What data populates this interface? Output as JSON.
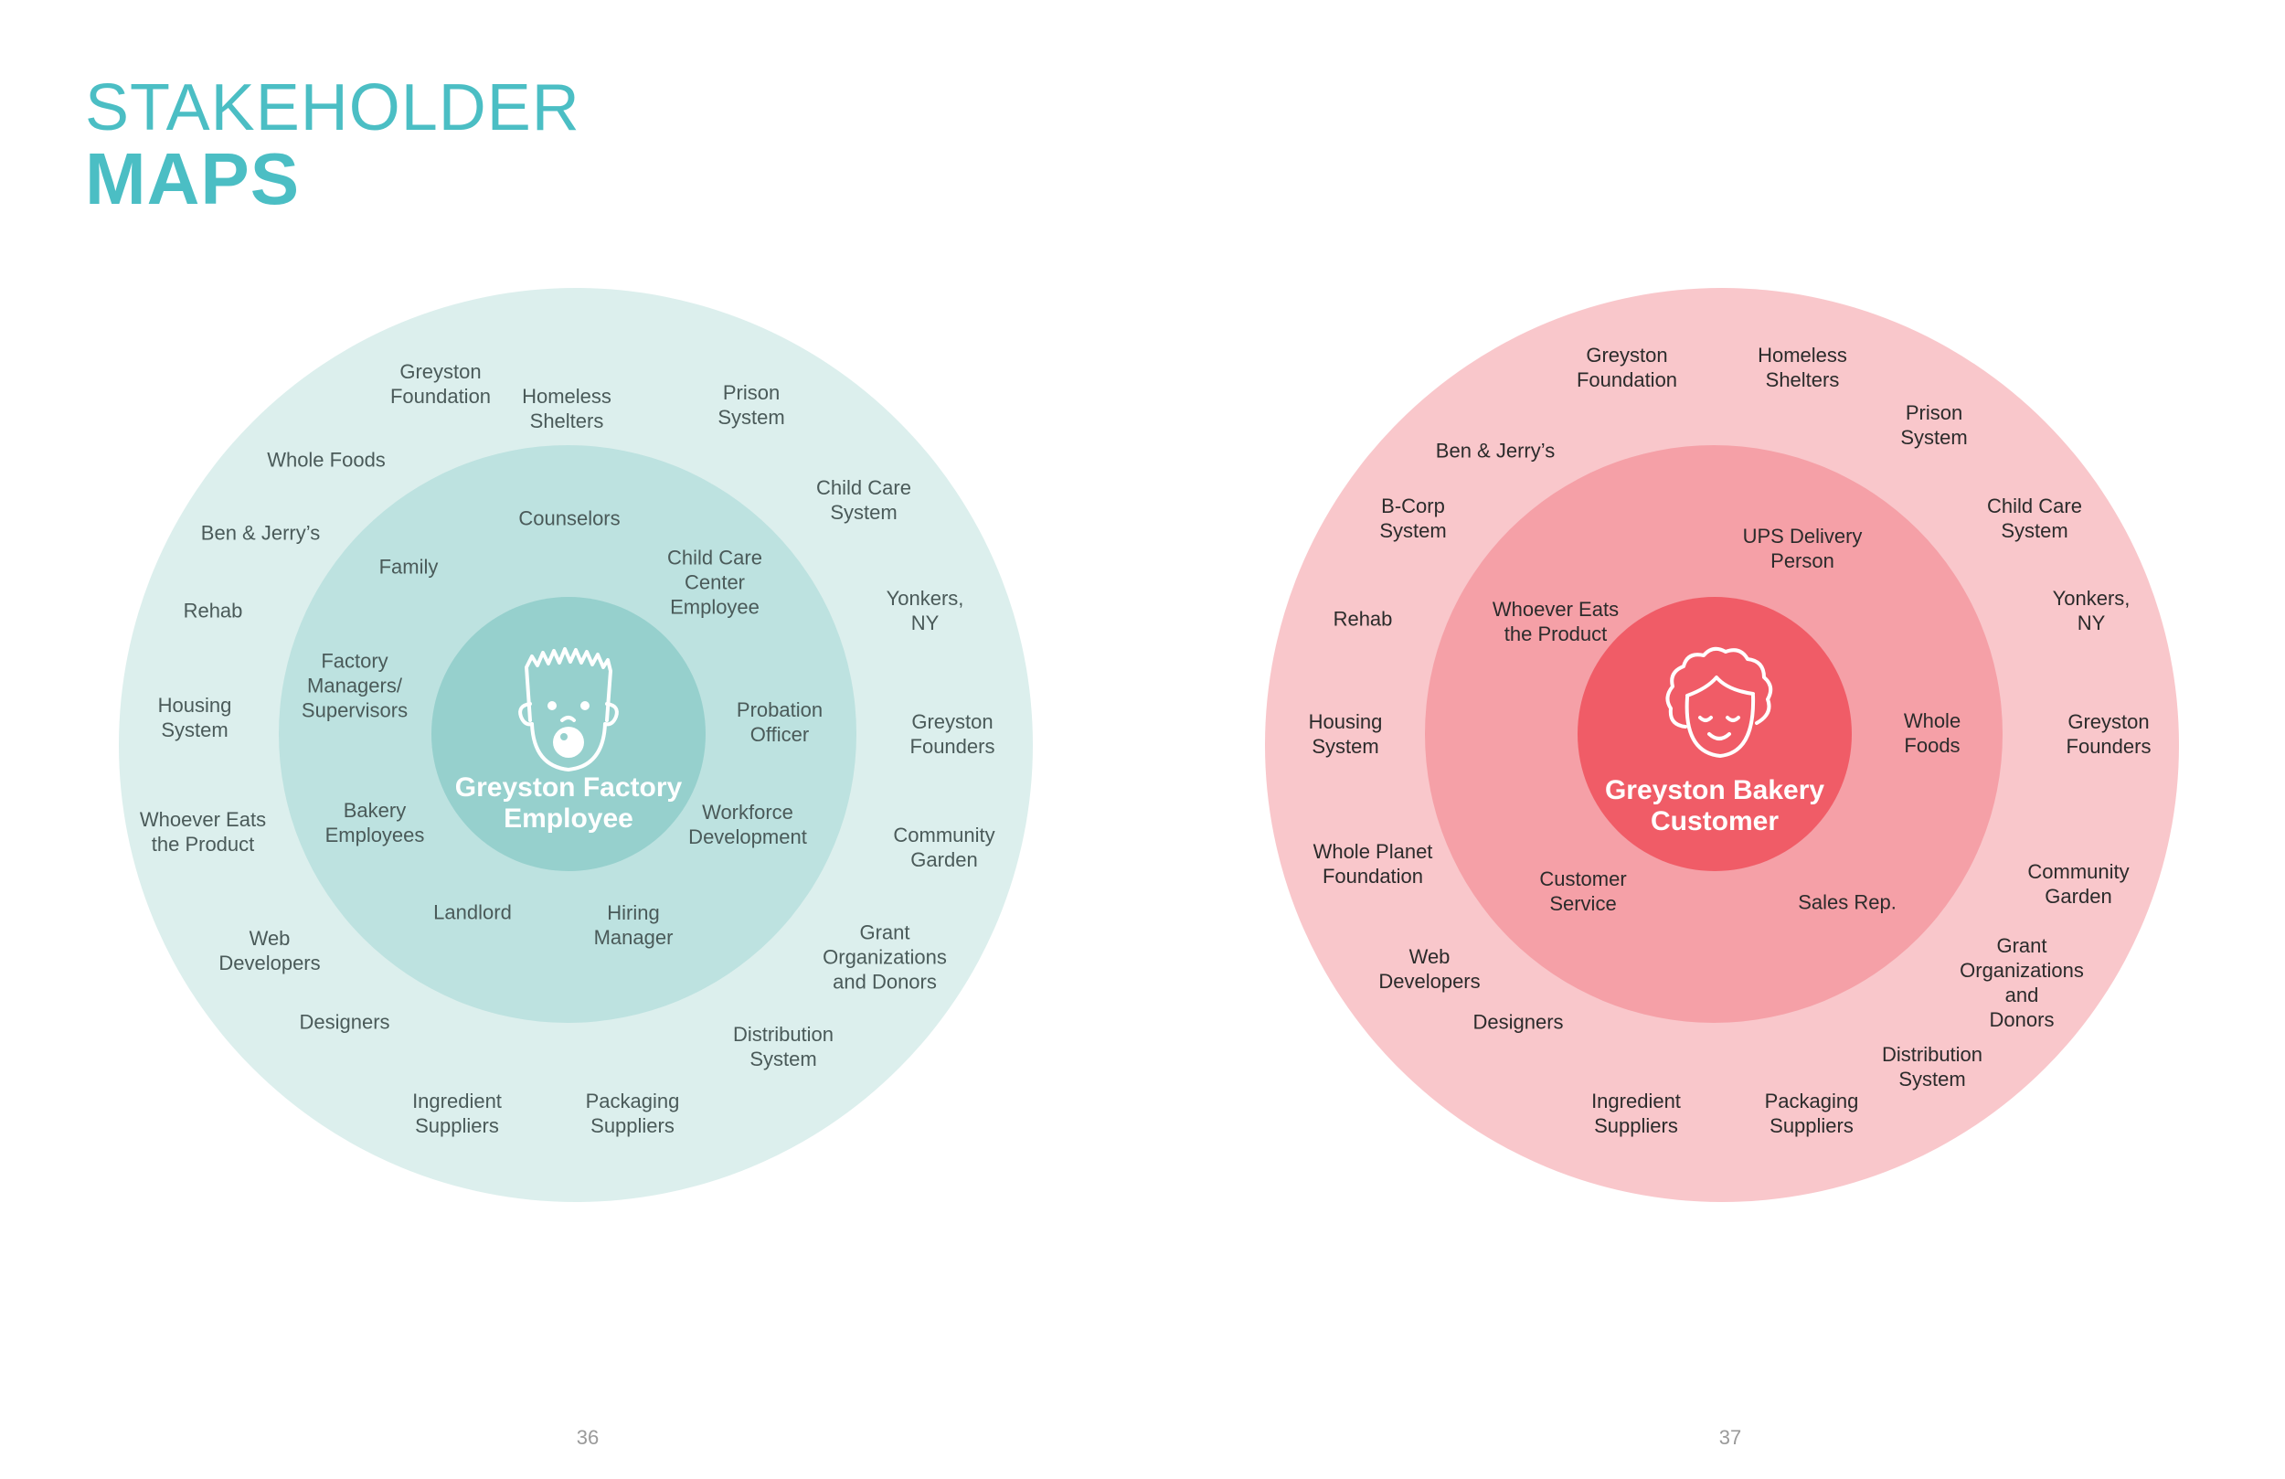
{
  "header": {
    "title_line1": "STAKEHOLDER",
    "title_line2": "MAPS"
  },
  "colors": {
    "title": "#4bbec4",
    "teal_outer": "#dcefed",
    "teal_mid": "#bde2e0",
    "teal_inner": "#96d0cd",
    "pink_outer": "#f9c7cb",
    "pink_mid": "#f5a0a7",
    "pink_inner": "#f05c67"
  },
  "maps": [
    {
      "center_label": "Greyston Factory\nEmployee",
      "center_icon": "boy-face-icon",
      "inner_ring": [
        "Counselors",
        "Family",
        "Child Care\nCenter\nEmployee",
        "Factory\nManagers/\nSupervisors",
        "Probation\nOfficer",
        "Bakery\nEmployees",
        "Workforce\nDevelopment",
        "Landlord",
        "Hiring\nManager"
      ],
      "outer_ring": [
        "Homeless\nShelters",
        "Greyston\nFoundation",
        "Prison\nSystem",
        "Whole Foods",
        "Child Care\nSystem",
        "Ben & Jerry’s",
        "Rehab",
        "Yonkers, NY",
        "Housing\nSystem",
        "Greyston\nFounders",
        "Whoever Eats\nthe Product",
        "Community\nGarden",
        "Web\nDevelopers",
        "Grant\nOrganizations\nand Donors",
        "Designers",
        "Distribution\nSystem",
        "Ingredient\nSuppliers",
        "Packaging\nSuppliers"
      ],
      "page_number": "36"
    },
    {
      "center_label": "Greyston Bakery\nCustomer",
      "center_icon": "curly-hair-face-icon",
      "inner_ring": [
        "UPS Delivery\nPerson",
        "Whoever Eats\nthe Product",
        "Whole\nFoods",
        "Customer\nService",
        "Sales Rep."
      ],
      "outer_ring": [
        "Greyston\nFoundation",
        "Homeless\nShelters",
        "Prison\nSystem",
        "Ben & Jerry’s",
        "B-Corp\nSystem",
        "Child Care\nSystem",
        "Rehab",
        "Yonkers, NY",
        "Housing\nSystem",
        "Greyston\nFounders",
        "Whole Planet\nFoundation",
        "Community\nGarden",
        "Web\nDevelopers",
        "Grant\nOrganizations and\nDonors",
        "Designers",
        "Distribution\nSystem",
        "Ingredient\nSuppliers",
        "Packaging\nSuppliers"
      ],
      "page_number": "37"
    }
  ]
}
